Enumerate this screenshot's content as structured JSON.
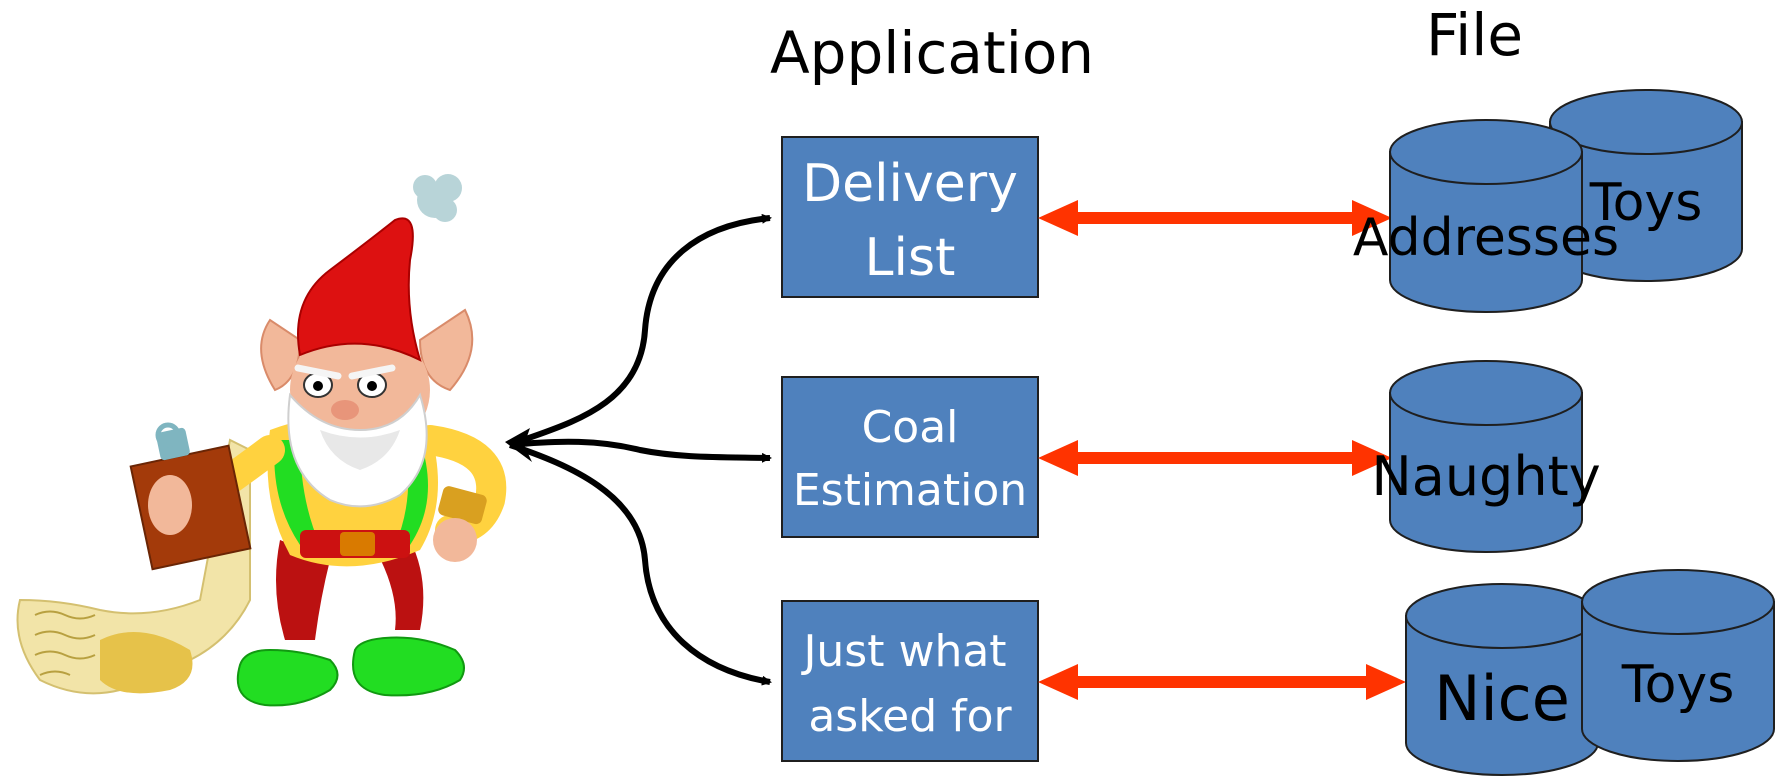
{
  "headings": {
    "application": "Application",
    "file": "File"
  },
  "apps": [
    {
      "line1": "Delivery",
      "line2": "List"
    },
    {
      "line1": "Coal",
      "line2": "Estimation"
    },
    {
      "line1": "Just what",
      "line2": "asked for"
    }
  ],
  "files": {
    "addresses": "Addresses",
    "toys_top": "Toys",
    "naughty": "Naughty",
    "nice": "Nice",
    "toys_bottom": "Toys"
  },
  "colors": {
    "box_fill": "#4F81BD",
    "box_stroke": "#1F1F1F",
    "db_fill": "#4F81BD",
    "link_arrow": "#FF3300",
    "fan_arrow": "#000000"
  },
  "illustration": "elf-with-clipboard"
}
